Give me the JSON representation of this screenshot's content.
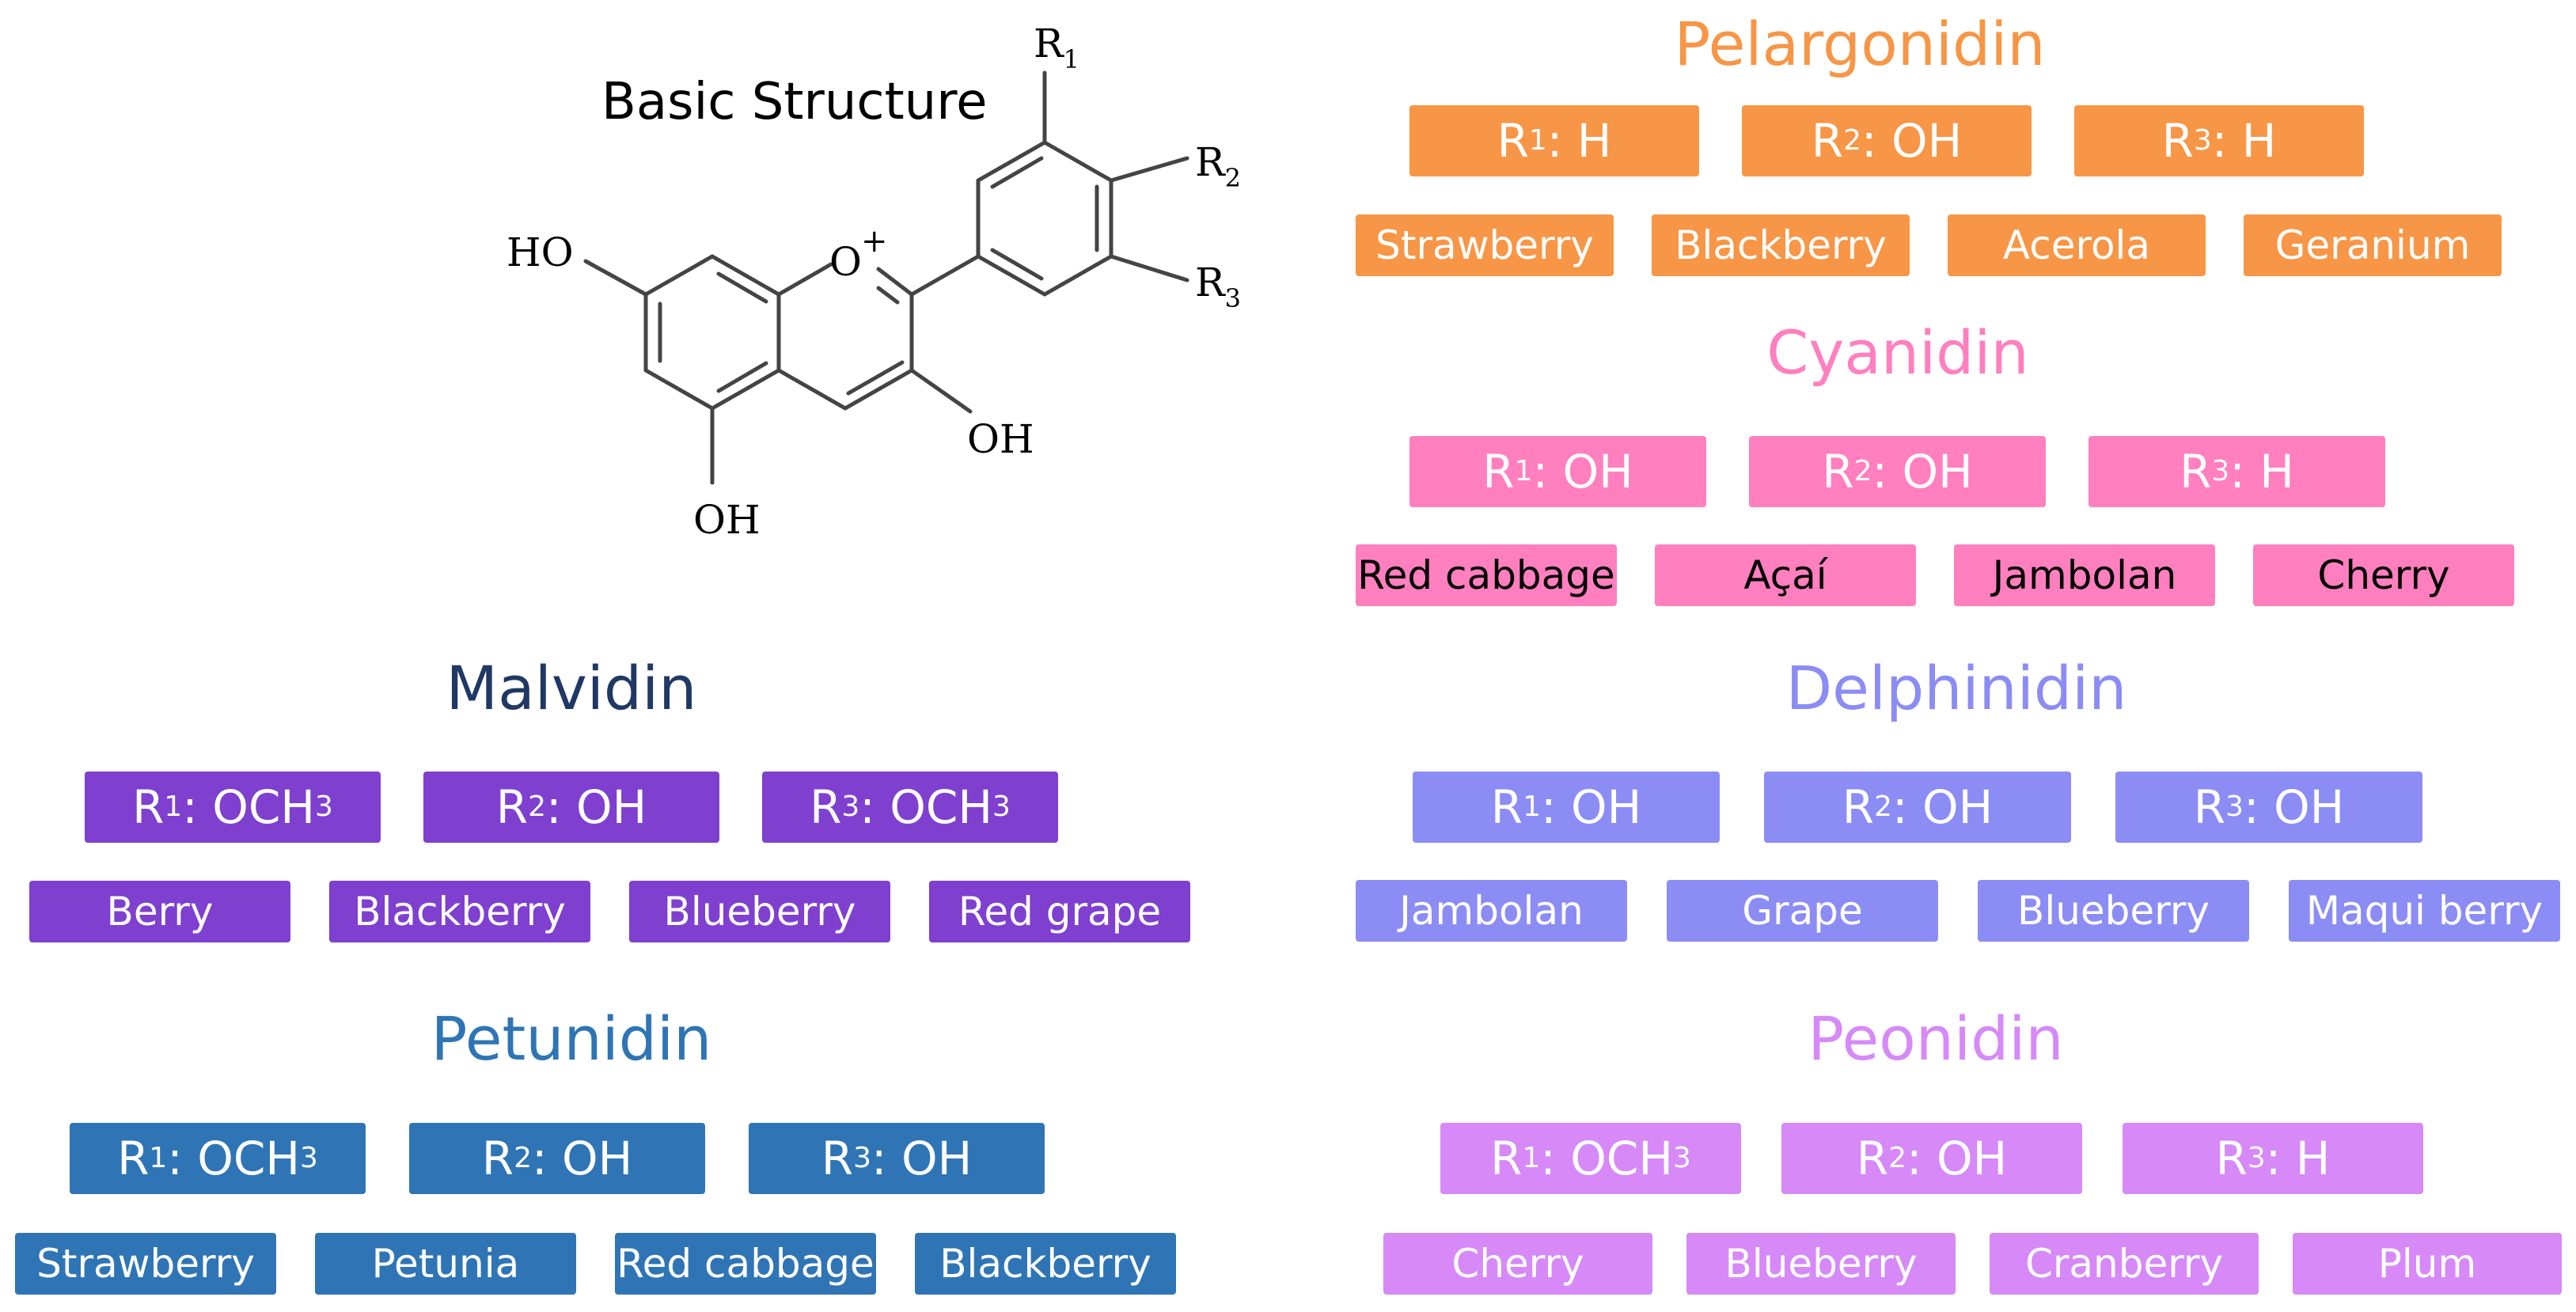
{
  "structure": {
    "label": "Basic Structure",
    "substituents": [
      "R",
      "R",
      "R"
    ],
    "substituent_numbers": [
      "1",
      "2",
      "3"
    ],
    "groups": [
      "HO",
      "O",
      "+",
      "OH",
      "OH"
    ]
  },
  "colors": {
    "pelargonidin": "#f79646",
    "cyanidin": "#ff7fbf",
    "malvidin": "#7f3fcf",
    "delphinidin": "#8c8cf5",
    "petunidin": "#2f75b5",
    "peonidin": "#d689f7",
    "malvidin_title": "#1f3864"
  },
  "compounds": [
    {
      "key": "pelargonidin",
      "name": "Pelargonidin",
      "substituents": [
        {
          "r": "R",
          "n": "1",
          "value": ": H"
        },
        {
          "r": "R",
          "n": "2",
          "value": ": OH"
        },
        {
          "r": "R",
          "n": "3",
          "value": ": H"
        }
      ],
      "sources": [
        "Strawberry",
        "Blackberry",
        "Acerola",
        "Geranium"
      ]
    },
    {
      "key": "cyanidin",
      "name": "Cyanidin",
      "substituents": [
        {
          "r": "R",
          "n": "1",
          "value": ": OH"
        },
        {
          "r": "R",
          "n": "2",
          "value": ": OH"
        },
        {
          "r": "R",
          "n": "3",
          "value": ": H"
        }
      ],
      "sources": [
        "Red cabbage",
        "Açaí",
        "Jambolan",
        "Cherry"
      ]
    },
    {
      "key": "malvidin",
      "name": "Malvidin",
      "substituents": [
        {
          "r": "R",
          "n": "1",
          "value": ": OCH",
          "tail": "3"
        },
        {
          "r": "R",
          "n": "2",
          "value": ": OH"
        },
        {
          "r": "R",
          "n": "3",
          "value": ": OCH",
          "tail": "3"
        }
      ],
      "sources": [
        "Berry",
        "Blackberry",
        "Blueberry",
        "Red grape"
      ]
    },
    {
      "key": "delphinidin",
      "name": "Delphinidin",
      "substituents": [
        {
          "r": "R",
          "n": "1",
          "value": ": OH"
        },
        {
          "r": "R",
          "n": "2",
          "value": ": OH"
        },
        {
          "r": "R",
          "n": "3",
          "value": ": OH"
        }
      ],
      "sources": [
        "Jambolan",
        "Grape",
        "Blueberry",
        "Maqui berry"
      ]
    },
    {
      "key": "petunidin",
      "name": "Petunidin",
      "substituents": [
        {
          "r": "R",
          "n": "1",
          "value": ": OCH",
          "tail": "3"
        },
        {
          "r": "R",
          "n": "2",
          "value": ": OH"
        },
        {
          "r": "R",
          "n": "3",
          "value": ": OH"
        }
      ],
      "sources": [
        "Strawberry",
        "Petunia",
        "Red cabbage",
        "Blackberry"
      ]
    },
    {
      "key": "peonidin",
      "name": "Peonidin",
      "substituents": [
        {
          "r": "R",
          "n": "1",
          "value": ": OCH",
          "tail": "3"
        },
        {
          "r": "R",
          "n": "2",
          "value": ": OH"
        },
        {
          "r": "R",
          "n": "3",
          "value": ": H"
        }
      ],
      "sources": [
        "Cherry",
        "Blueberry",
        "Cranberry",
        "Plum"
      ]
    }
  ]
}
